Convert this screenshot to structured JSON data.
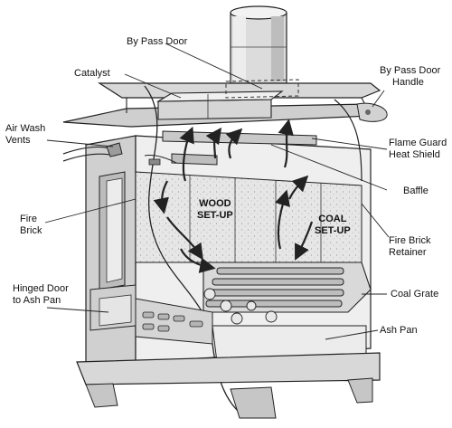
{
  "labels": {
    "bypass_door": "By Pass Door",
    "catalyst": "Catalyst",
    "bypass_door_handle": [
      "By Pass Door",
      "Handle"
    ],
    "air_wash_vents": [
      "Air Wash",
      "Vents"
    ],
    "flame_guard": [
      "Flame Guard",
      "Heat Shield"
    ],
    "baffle": "Baffle",
    "fire_brick": [
      "Fire",
      "Brick"
    ],
    "fire_brick_retainer": [
      "Fire Brick",
      "Retainer"
    ],
    "hinged_door": [
      "Hinged Door",
      "to Ash Pan"
    ],
    "coal_grate": "Coal Grate",
    "ash_pan": "Ash Pan"
  },
  "inner_labels": {
    "wood_setup": [
      "WOOD",
      "SET-UP"
    ],
    "coal_setup": [
      "COAL",
      "SET-UP"
    ]
  },
  "colors": {
    "line": "#222222",
    "shade": "#cfcfcf",
    "light": "#ececec",
    "dark": "#8a8a8a"
  }
}
